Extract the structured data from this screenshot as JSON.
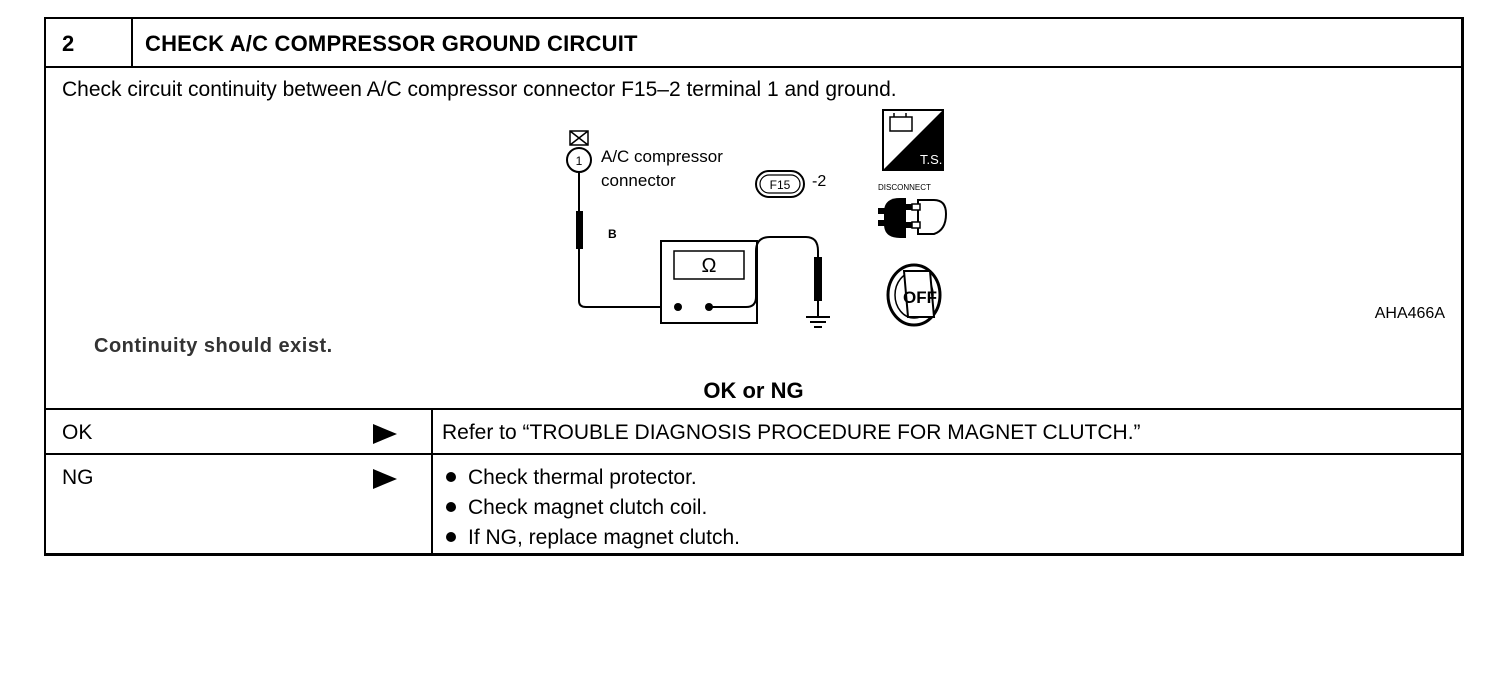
{
  "step": {
    "number": "2",
    "title": "CHECK A/C COMPRESSOR GROUND CIRCUIT"
  },
  "instruction": "Check circuit continuity between A/C compressor connector F15–2 terminal 1 and ground.",
  "figure": {
    "connector_label_line1": "A/C compressor",
    "connector_label_line2": "connector",
    "connector_code": "F15",
    "connector_suffix": "-2",
    "terminal": "1",
    "wire_color": "B",
    "meter_symbol": "Ω",
    "ts_label": "T.S.",
    "disconnect_label": "DISCONNECT",
    "off_label": "OFF",
    "figure_id": "AHA466A"
  },
  "expected_result": "Continuity should exist.",
  "decision_label": "OK or NG",
  "outcomes": [
    {
      "result": "OK",
      "action": "Refer to “TROUBLE DIAGNOSIS PROCEDURE FOR MAGNET CLUTCH.”"
    },
    {
      "result": "NG",
      "actions": [
        "Check thermal protector.",
        "Check magnet clutch coil.",
        "If NG, replace magnet clutch."
      ]
    }
  ]
}
